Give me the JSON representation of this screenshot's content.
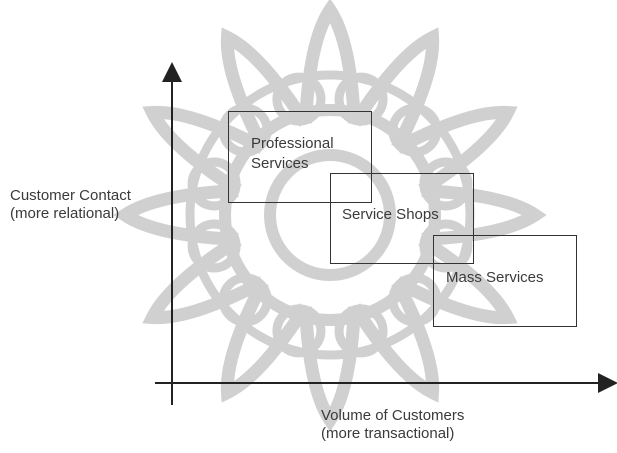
{
  "diagram": {
    "y_axis": {
      "line1": "Customer Contact",
      "line2": "(more relational)"
    },
    "x_axis": {
      "line1": "Volume of Customers",
      "line2": "(more transactional)"
    },
    "boxes": [
      {
        "label": "Professional Services"
      },
      {
        "label": "Service Shops"
      },
      {
        "label": "Mass Services"
      }
    ]
  },
  "colors": {
    "watermark": "#c8c8c8",
    "lines": "#222222",
    "text": "#3a3a3a"
  }
}
